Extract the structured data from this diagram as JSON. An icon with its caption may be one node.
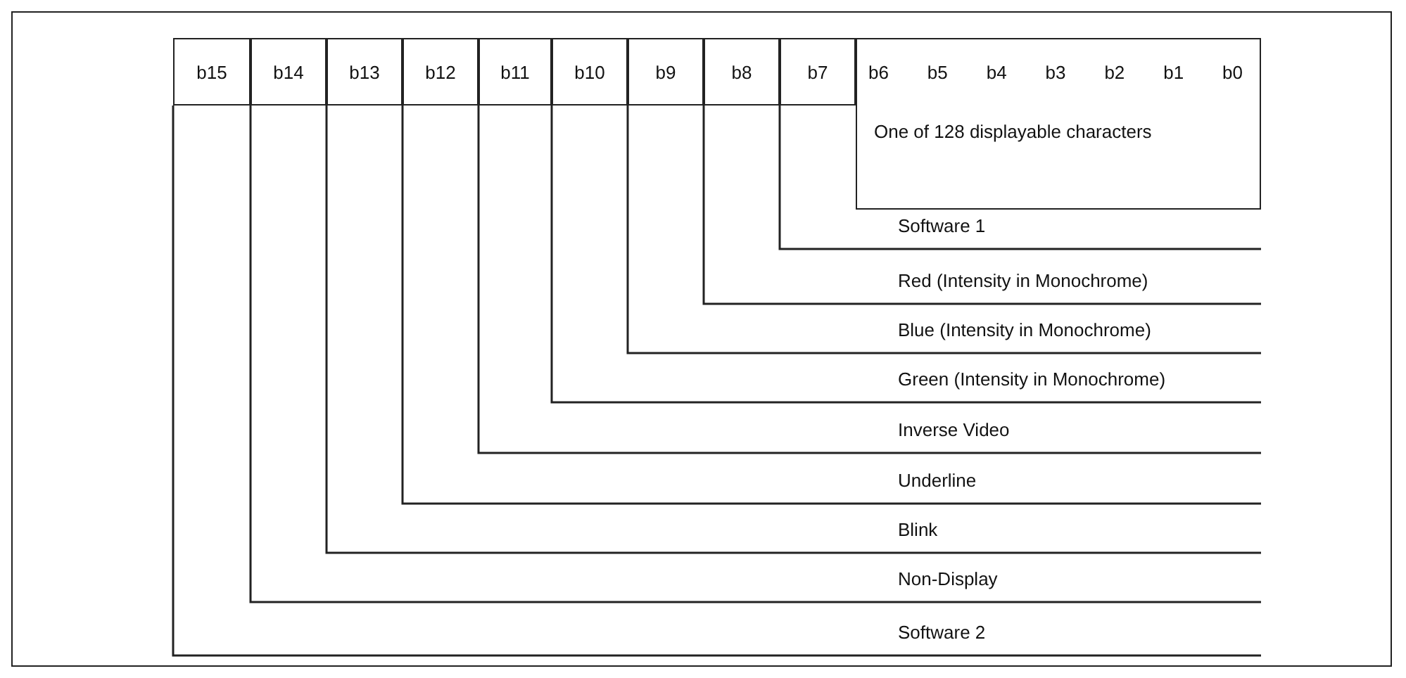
{
  "diagram": {
    "nodes": [
      {
        "text": [
          "b15"
        ]
      },
      {
        "text": [
          "b14"
        ]
      },
      {
        "text": [
          "b13"
        ]
      },
      {
        "text": [
          "b12"
        ]
      },
      {
        "text": [
          "b11"
        ]
      },
      {
        "text": [
          "b10"
        ]
      },
      {
        "text": [
          "b9"
        ]
      },
      {
        "text": [
          "b8"
        ]
      },
      {
        "text": [
          "b7"
        ]
      },
      {
        "text": [
          "b6",
          "b5",
          "b4",
          "b3",
          "b2",
          "b1",
          "b0"
        ]
      },
      {
        "text": [
          "One of 128 displayable characters"
        ]
      },
      {
        "text": [
          "Software 1"
        ]
      },
      {
        "text": [
          "Red (Intensity in Monochrome)"
        ]
      },
      {
        "text": [
          "Blue (Intensity in Monochrome)"
        ]
      },
      {
        "text": [
          "Green (Intensity in Monochrome)"
        ]
      },
      {
        "text": [
          "Inverse Video"
        ]
      },
      {
        "text": [
          "Underline"
        ]
      },
      {
        "text": [
          "Blink"
        ]
      },
      {
        "text": [
          "Non-Display"
        ]
      },
      {
        "text": [
          "Software 2"
        ]
      }
    ],
    "edges": [
      {
        "from": 8,
        "to": 11,
        "arrow": "none"
      },
      {
        "from": 7,
        "to": 12,
        "arrow": "none"
      },
      {
        "from": 6,
        "to": 13,
        "arrow": "none"
      },
      {
        "from": 5,
        "to": 14,
        "arrow": "none"
      },
      {
        "from": 4,
        "to": 15,
        "arrow": "none"
      },
      {
        "from": 3,
        "to": 16,
        "arrow": "none"
      },
      {
        "from": 2,
        "to": 17,
        "arrow": "none"
      },
      {
        "from": 1,
        "to": 18,
        "arrow": "none"
      },
      {
        "from": 0,
        "to": 19,
        "arrow": "none"
      }
    ]
  }
}
